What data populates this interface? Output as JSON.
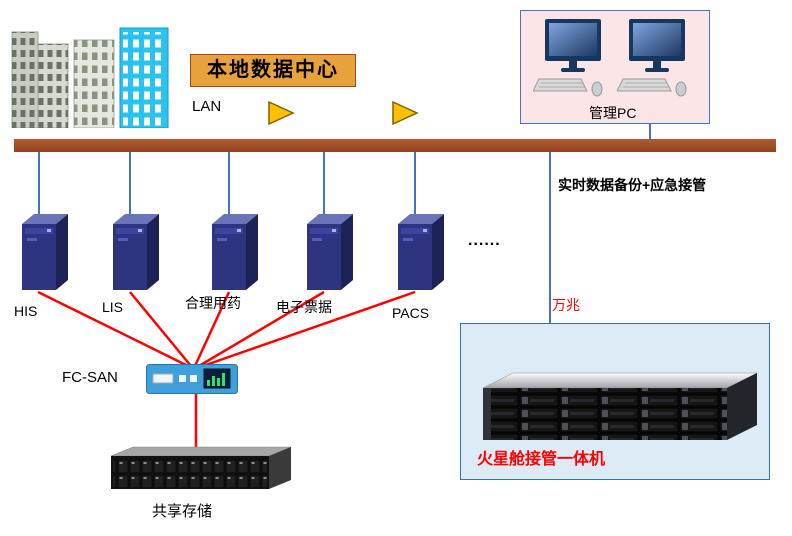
{
  "title": "本地数据中心",
  "lan": {
    "label": "LAN"
  },
  "management": {
    "label": "管理PC"
  },
  "servers": [
    {
      "label": "HIS"
    },
    {
      "label": "LIS"
    },
    {
      "label": "合理用药"
    },
    {
      "label": "电子票据"
    },
    {
      "label": "PACS"
    }
  ],
  "ellipsis": "......",
  "right_branch": {
    "backup_label": "实时数据备份+应急接管",
    "bandwidth_label": "万兆"
  },
  "mars": {
    "label": "火星舱接管一体机"
  },
  "san": {
    "switch_label": "FC-SAN",
    "storage_label": "共享存储"
  },
  "icons": {
    "buildings": "city-buildings-icon",
    "arrows": "yellow-flow-arrow-icon",
    "management": "desktop-pc-icon",
    "servers": "server-tower-icon",
    "switch": "fc-san-switch-icon",
    "storage": "storage-array-icon",
    "mars": "rack-server-icon"
  },
  "colors": {
    "lan_bar": "#A3502A",
    "title_bg": "#E8A23C",
    "line_blue": "#4472C4",
    "line_red": "#FF0000",
    "mars_box_bg": "#DDEBF7",
    "mars_box_border": "#2E74B5",
    "mgmt_box_bg": "#FBE5E6",
    "mgmt_box_border": "#4472C4",
    "arrow_yellow": "#FFC000",
    "server_blue": "#2F3480"
  }
}
